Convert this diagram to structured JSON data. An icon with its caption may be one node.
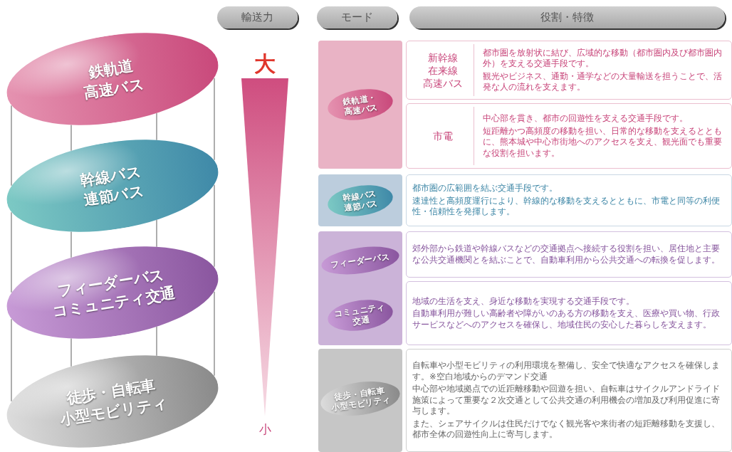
{
  "diagram": {
    "nodes": [
      {
        "text": [
          "鉄軌道高速バス"
        ]
      },
      {
        "text": [
          "幹線バス連節バス"
        ]
      },
      {
        "text": [
          "フィーダーバスコミュニティ交通"
        ]
      },
      {
        "text": [
          "徒歩・自転車小型モビリティ"
        ]
      },
      {
        "text": [
          "輸送力"
        ]
      },
      {
        "text": [
          "モード"
        ]
      },
      {
        "text": [
          "役割・特徴"
        ]
      },
      {
        "text": [],
        "shape": "box"
      },
      {
        "text": [
          "鉄軌道・高速バス"
        ],
        "in": 7
      },
      {
        "text": [
          "新幹線在来線高速バス",
          "都市圏を放射状に結び、広域的な移動（都市圏内及び都市圏内外）を支える交通手段です。",
          "観光やビジネス、通勤・通学などの大量輸送を担うことで、活発な人の流れを支えます。"
        ]
      },
      {
        "text": [
          "市電",
          "中心部を貫き、都市の回遊性を支える交通手段です。",
          "短距離かつ高頻度の移動を担い、日常的な移動を支えるとともに、熊本城や中心市街地へのアクセスを支え、観光面でも重要な役割を担います。"
        ]
      },
      {
        "text": [],
        "shape": "box"
      },
      {
        "text": [
          "幹線バス連節バス"
        ],
        "in": 11
      },
      {
        "text": [
          "都市圏の広範囲を結ぶ交通手段です。",
          "速達性と高頻度運行により、幹線的な移動を支えるとともに、市電と同等の利便性・信頼性を発揮します。"
        ]
      },
      {
        "text": [],
        "shape": "box"
      },
      {
        "text": [
          "フィーダーバス"
        ],
        "in": 14
      },
      {
        "text": [
          "コミュニティ交通"
        ],
        "in": 14
      },
      {
        "text": [
          "郊外部から鉄道や幹線バスなどの交通拠点へ接続する役割を担い、居住地と主要な公共交通機関とを結ぶことで、自動車利用から公共交通への転換を促します。"
        ]
      },
      {
        "text": [
          "地域の生活を支え、身近な移動を実現する交通手段です。",
          "自動車利用が難しい高齢者や障がいのある方の移動を支え、医療や買い物、行政サービスなどへのアクセスを確保し、地域住民の安心した暮らしを支えます。"
        ]
      },
      {
        "text": [],
        "shape": "box"
      },
      {
        "text": [
          "徒歩・自転車小型モビリティ"
        ],
        "in": 19
      },
      {
        "text": [
          "自転車や小型モビリティの利用環境を整備し、安全で快適なアクセスを確保します。※空白地域からのデマンド交通",
          "中心部や地域拠点での近距離移動や回遊を担い、自転車はサイクルアンドライド施策によって重要な２次交通として公共交通の利用機会の増加及び利用促進に寄与します。",
          "また、シェアサイクルは住民だけでなく観光客や来街者の短距離移動を支援し、都市全体の回遊性向上に寄与します。"
        ]
      },
      {
        "text": [],
        "shape": "triangle",
        "beside": [
          "大",
          "小"
        ]
      }
    ],
    "edges": [
      {
        "from": 0,
        "to": 1,
        "arrow": "none"
      },
      {
        "from": 1,
        "to": 2,
        "arrow": "none"
      },
      {
        "from": 2,
        "to": 3,
        "arrow": "none"
      },
      {
        "from": 0,
        "to": 1,
        "arrow": "none"
      },
      {
        "from": 1,
        "to": 2,
        "arrow": "none"
      },
      {
        "from": 2,
        "to": 3,
        "arrow": "none"
      },
      {
        "from": 0,
        "to": 1,
        "arrow": "none"
      },
      {
        "from": 1,
        "to": 2,
        "arrow": "none"
      },
      {
        "from": 2,
        "to": 3,
        "arrow": "none"
      },
      {
        "from": 0,
        "to": 1,
        "arrow": "none"
      },
      {
        "from": 1,
        "to": 2,
        "arrow": "none"
      },
      {
        "from": 2,
        "to": 3,
        "arrow": "none"
      }
    ]
  }
}
